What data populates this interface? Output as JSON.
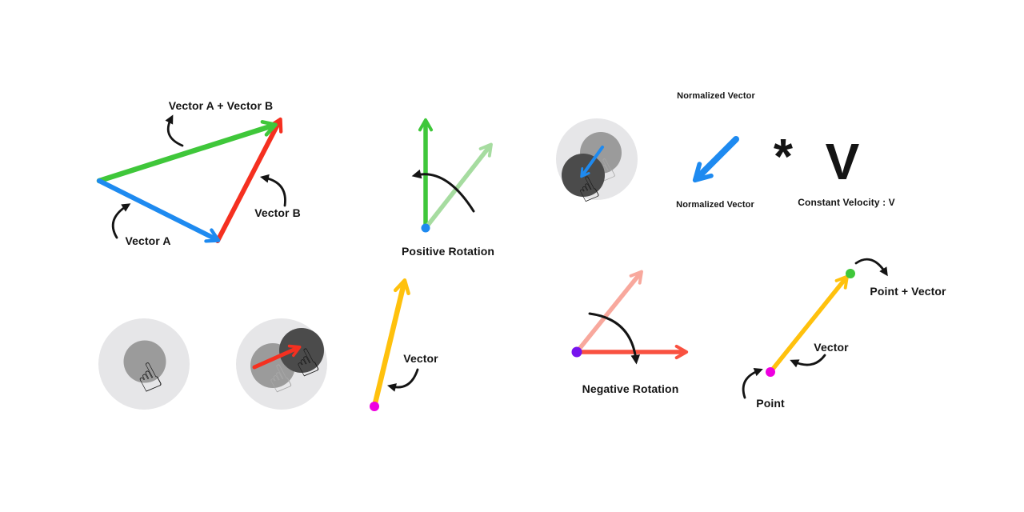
{
  "title": "Vector operations diagram",
  "colors": {
    "background": "#FFFFFF",
    "ink": "#141414",
    "green": "#3FC73A",
    "green_light": "#A6DCA0",
    "blue": "#1E8AF0",
    "red": "#F53020",
    "yellow": "#FFC10D",
    "magenta": "#EE00E0",
    "purple": "#7714EE",
    "pink": "#F8A89D",
    "salmon": "#F95140",
    "circle_outer": "#E6E6E8",
    "circle_mid": "#9B9B9B",
    "circle_dark": "#4B4B4B",
    "hand_active": "#1A1A1A",
    "hand_ghost": "#A9A9A9"
  },
  "icons": {
    "touch_hand": "☝"
  },
  "panels": {
    "vector_addition": {
      "sum_label": "Vector A + Vector B",
      "a_label": "Vector A",
      "b_label": "Vector B"
    },
    "positive_rotation": {
      "caption": "Positive Rotation"
    },
    "normalized_formula": {
      "top_label": "Normalized Vector",
      "bottom_label": "Normalized Vector",
      "operator": "*",
      "velocity_symbol": "V",
      "velocity_caption": "Constant Velocity : V"
    },
    "vector_basic": {
      "label": "Vector"
    },
    "negative_rotation": {
      "caption": "Negative Rotation"
    },
    "point_plus_vector": {
      "result_label": "Point + Vector",
      "vector_label": "Vector",
      "point_label": "Point"
    }
  }
}
